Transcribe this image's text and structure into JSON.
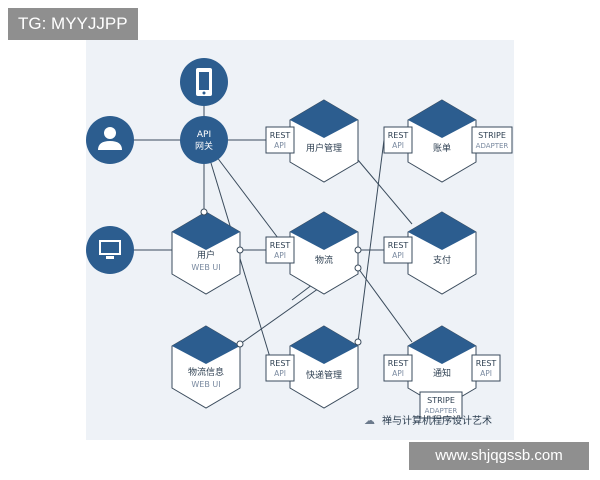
{
  "watermark_top": "TG: MYYJJPP",
  "watermark_bottom": "www.shjqgssb.com",
  "brand": "禅与计算机程序设计艺术",
  "colors": {
    "navy": "#2c5d8f",
    "line": "#3a4b5c",
    "panel": "#eef2f7",
    "label": "#7a8aa0"
  },
  "actors": {
    "user": {
      "icon": "user-icon"
    },
    "mobile": {
      "icon": "mobile-icon"
    },
    "desktop": {
      "icon": "monitor-icon"
    }
  },
  "gateway": {
    "label1": "API",
    "label2": "网关"
  },
  "services": {
    "user_mgmt": {
      "label": "用户管理"
    },
    "billing": {
      "label": "账单"
    },
    "user_web": {
      "label": "用户",
      "sublabel": "WEB UI"
    },
    "logistics": {
      "label": "物流"
    },
    "payment": {
      "label": "支付"
    },
    "logistics_web": {
      "label": "物流信息",
      "sublabel": "WEB UI"
    },
    "delivery": {
      "label": "快递管理"
    },
    "notify": {
      "label": "通知"
    }
  },
  "api_tag": {
    "top": "REST",
    "bottom": "API"
  },
  "adapter_tag": {
    "top": "STRIPE",
    "bottom": "ADAPTER"
  }
}
